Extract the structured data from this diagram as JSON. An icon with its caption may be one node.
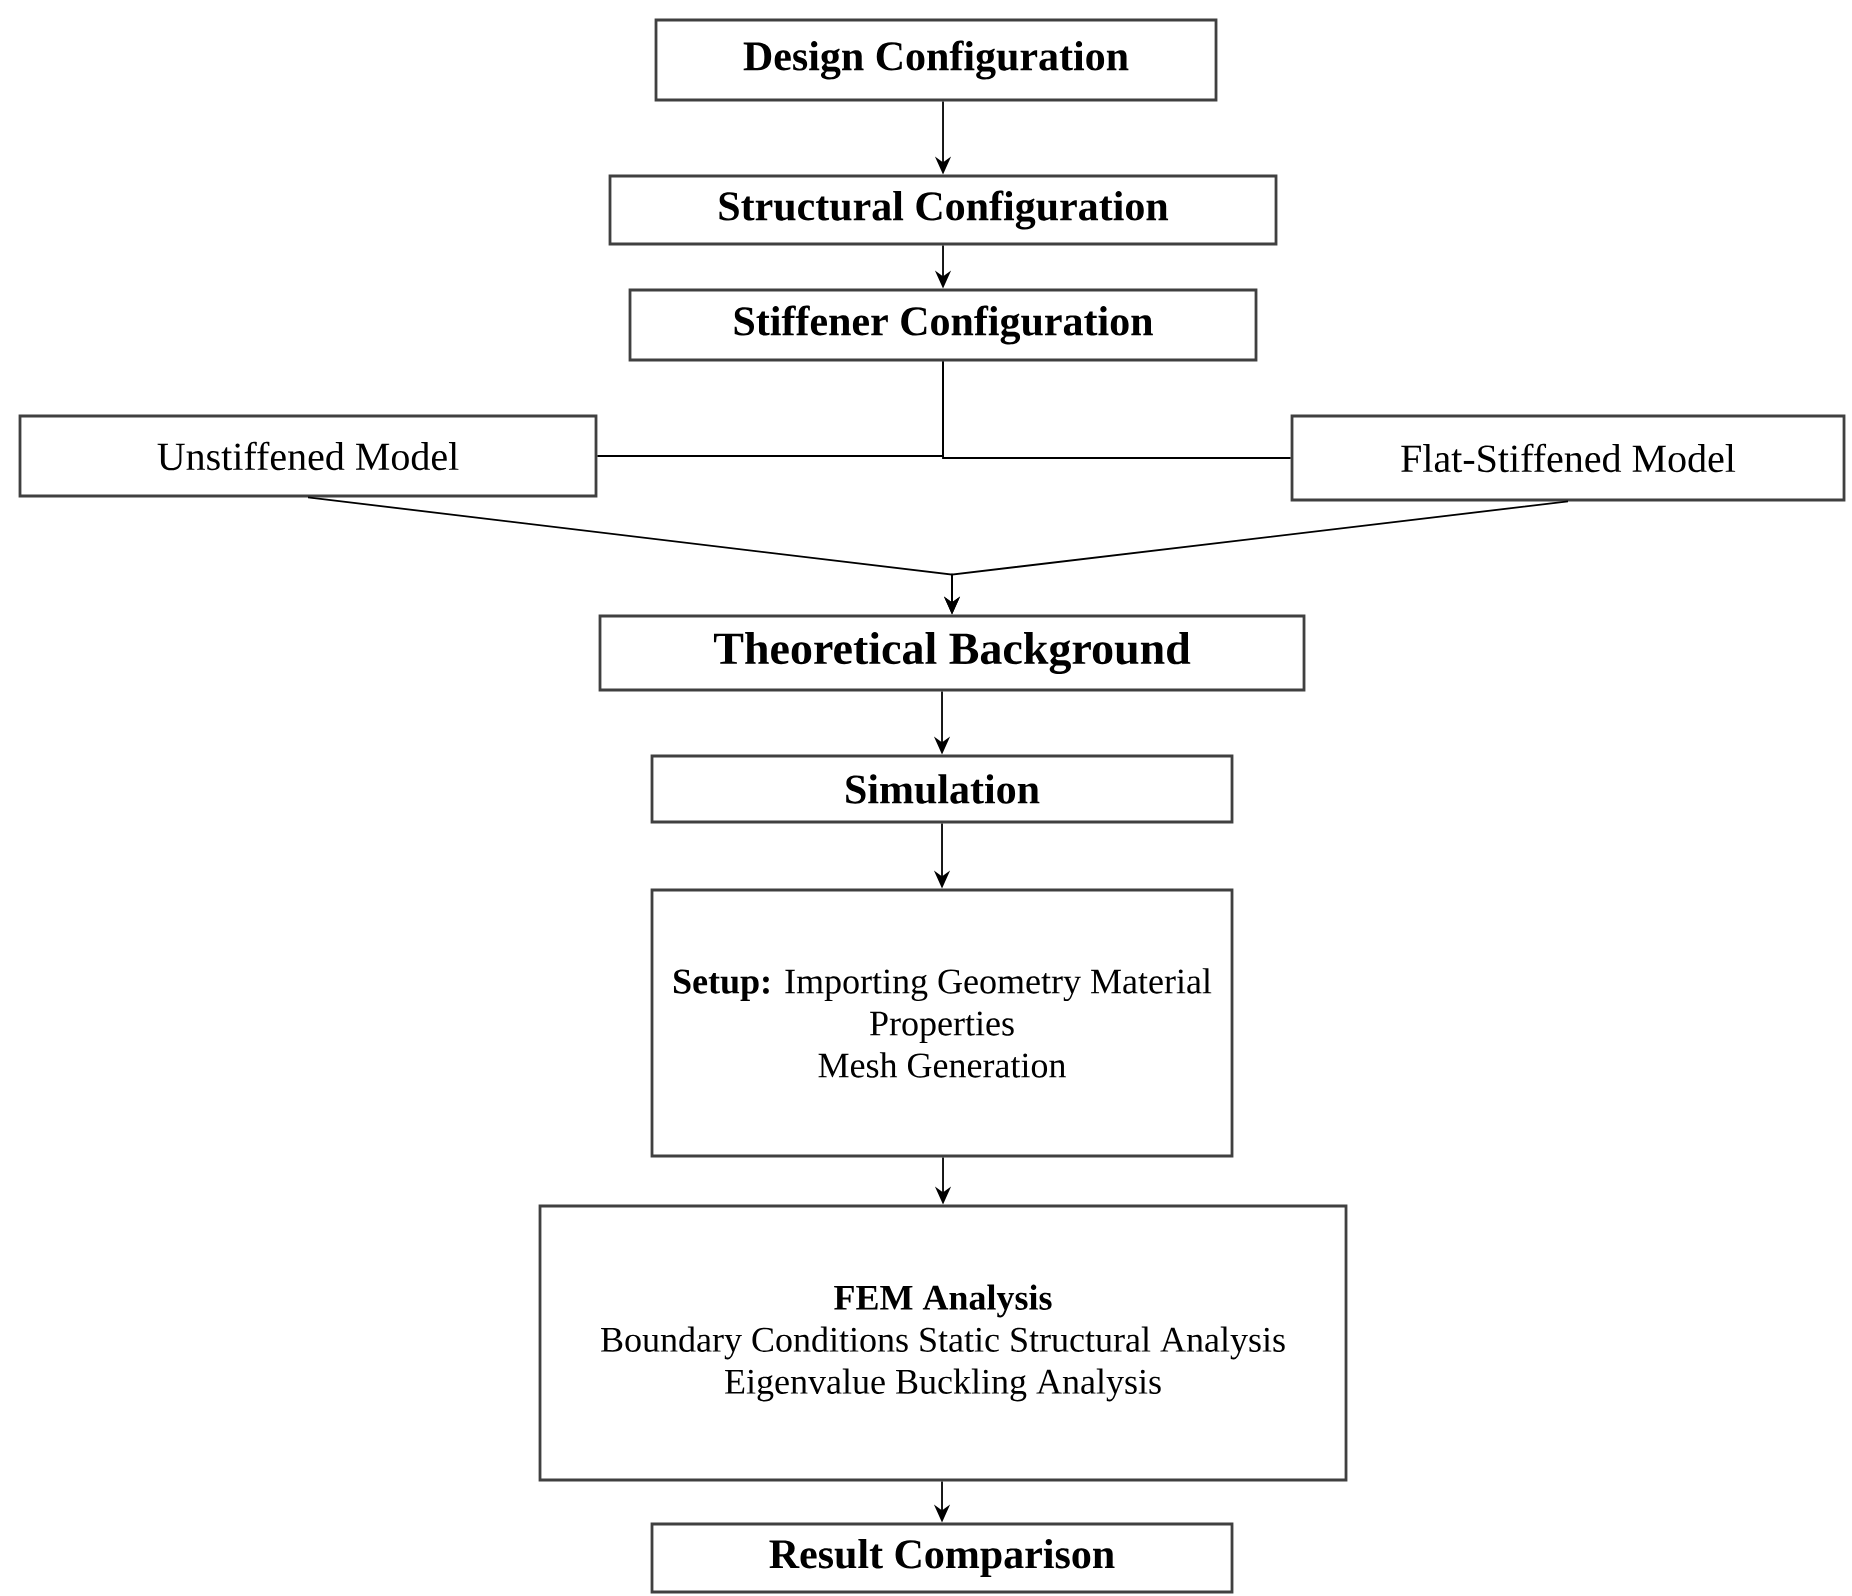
{
  "diagram": {
    "nodes": [
      {
        "text": [
          "Design Configuration"
        ]
      },
      {
        "text": [
          "Structural Configuration"
        ]
      },
      {
        "text": [
          "Stiffener Configuration"
        ]
      },
      {
        "text": [
          "Unstiffened Model"
        ]
      },
      {
        "text": [
          "Flat-Stiffened Model"
        ]
      },
      {
        "text": [
          "Theoretical Background"
        ]
      },
      {
        "text": [
          "Simulation"
        ]
      },
      {
        "text": [
          "**Setup:** Importing Geometry Material Properties",
          "Mesh Generation"
        ]
      },
      {
        "text": [
          "FEM Analysis",
          "Boundary Conditions Static Structural Analysis",
          "Eigenvalue Buckling Analysis"
        ]
      },
      {
        "text": [
          "Result Comparison"
        ]
      }
    ],
    "edges": [
      {
        "from": 0,
        "to": 1,
        "arrow": "to"
      },
      {
        "from": 1,
        "to": 2,
        "arrow": "to"
      },
      {
        "from": 2,
        "to": 3,
        "arrow": "none"
      },
      {
        "from": 2,
        "to": 4,
        "arrow": "none"
      },
      {
        "from": 3,
        "to": 5,
        "arrow": "to"
      },
      {
        "from": 4,
        "to": 5,
        "arrow": "to"
      },
      {
        "from": 5,
        "to": 6,
        "arrow": "to"
      },
      {
        "from": 6,
        "to": 7,
        "arrow": "to"
      },
      {
        "from": 7,
        "to": 8,
        "arrow": "to"
      },
      {
        "from": 8,
        "to": 9,
        "arrow": "to"
      }
    ]
  }
}
